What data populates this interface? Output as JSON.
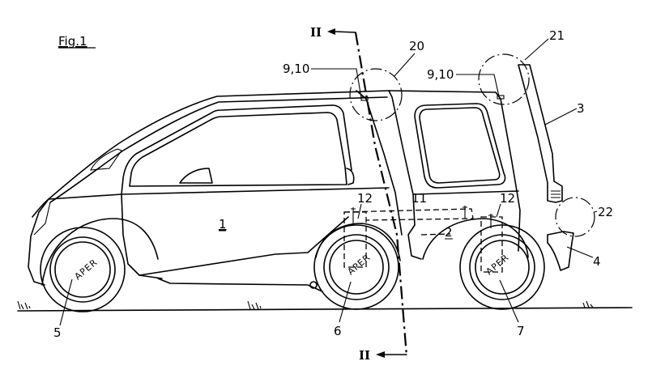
{
  "figure": {
    "title": "Fig.1",
    "subject": "side elevation of a small vehicle with front body module 1, rear module 2 and tail part 3"
  },
  "section_marks": {
    "top": "II",
    "bottom": "II"
  },
  "reference_labels": {
    "body_front": "1",
    "body_rear": "2",
    "tail_gate": "3",
    "bumper": "4",
    "front_wheel": "5",
    "middle_wheel": "6",
    "rear_wheel": "7",
    "fastener_left": "9,10",
    "fastener_right": "9,10",
    "joint": "11",
    "bracket_left": "12",
    "bracket_right": "12",
    "detail_20": "20",
    "detail_21": "21",
    "detail_22": "22"
  },
  "hub_text": "APER"
}
